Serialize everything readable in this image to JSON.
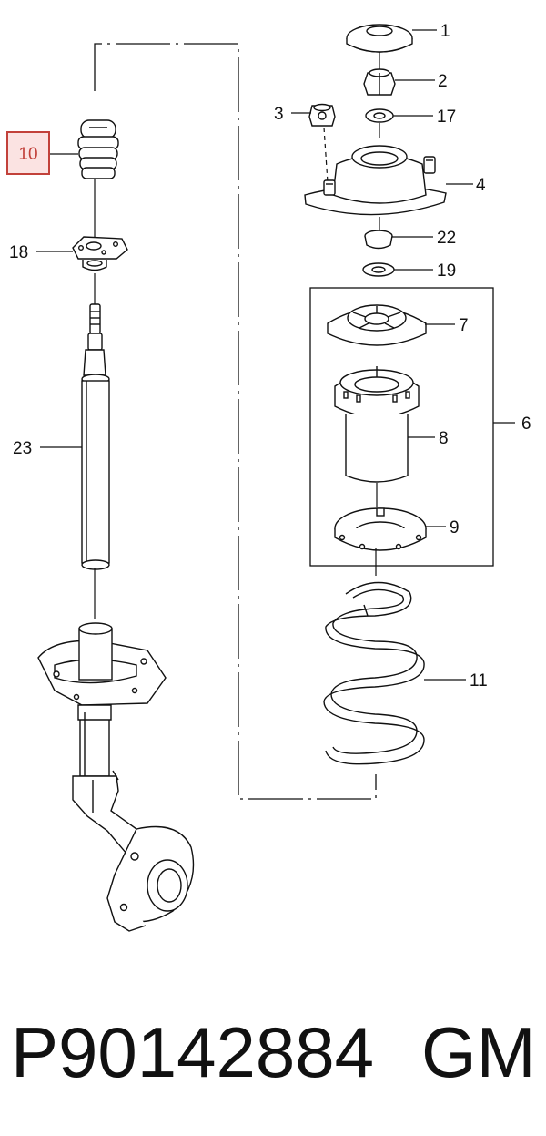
{
  "callouts": {
    "c1": "1",
    "c2": "2",
    "c3": "3",
    "c4": "4",
    "c6": "6",
    "c7": "7",
    "c8": "8",
    "c9": "9",
    "c10": "10",
    "c11": "11",
    "c17": "17",
    "c18": "18",
    "c19": "19",
    "c22": "22",
    "c23": "23"
  },
  "highlighted_callout": "10",
  "colors": {
    "highlight": "#c2413a",
    "highlight_fill": "#fbe3e2",
    "line": "#111111"
  },
  "footer": {
    "part_number": "P90142884",
    "brand": "GM"
  }
}
